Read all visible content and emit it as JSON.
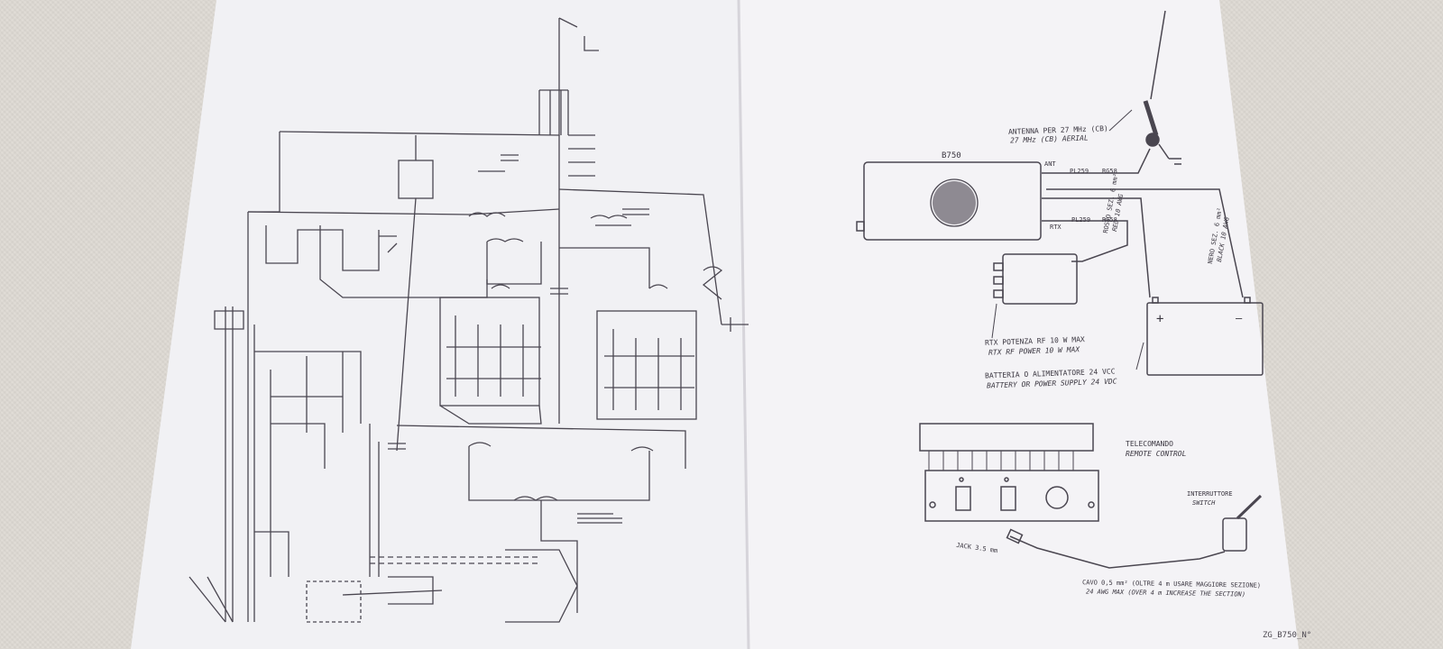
{
  "left_schematic": {
    "caption": "ZG_B750_N°"
  },
  "right_diagram": {
    "device_label": "B750",
    "ant_label": "ANT",
    "rtx_label": "RTX",
    "connector_top": "PL259",
    "cable_top": "RG58",
    "connector_mid": "PL259",
    "cable_mid": "RG58",
    "antenna_it": "ANTENNA PER 27 MHz (CB)",
    "antenna_en": "27 MHz (CB) AERIAL",
    "rtx_power_it": "RTX POTENZA RF 10 W MAX",
    "rtx_power_en": "RTX RF POWER 10 W MAX",
    "battery_it": "BATTERIA O ALIMENTATORE 24 VCC",
    "battery_en": "BATTERY OR POWER SUPPLY 24 VDC",
    "battery_plus": "+",
    "battery_minus": "—",
    "cable_red_1": "ROSSO SEZ. 6 mm²",
    "cable_red_2": "RED 10 AWG",
    "cable_black_1": "NERO SEZ. 6 mm²",
    "cable_black_2": "BLACK 10 AWG",
    "remote_it": "TELECOMANDO",
    "remote_en": "REMOTE CONTROL",
    "switch_it": "INTERRUTTORE",
    "switch_en": "SWITCH",
    "wire_note_1": "CAVO 0,5 mm² (OLTRE 4 m USARE MAGGIORE SEZIONE)",
    "wire_note_2": "24 AWG MAX (OVER 4 m INCREASE THE SECTION)",
    "plug_label": "JACK 3.5 mm"
  }
}
